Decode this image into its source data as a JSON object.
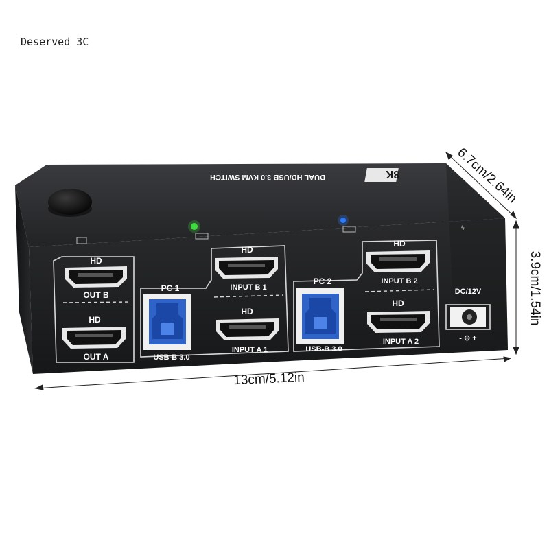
{
  "brand": "Deserved 3C",
  "top_label": "DUAL HD/USB 3.0 KVM SWITCH",
  "badge": "8K",
  "ports": {
    "out_b_hd": "HD",
    "out_b": "OUT B",
    "out_a_hd": "HD",
    "out_a": "OUT A",
    "pc1": "PC 1",
    "usb1": "USB-B 3.0",
    "input_b1_hd": "HD",
    "input_b1": "INPUT B 1",
    "input_a1_hd": "HD",
    "input_a1": "INPUT A 1",
    "pc2": "PC 2",
    "usb2": "USB-B 3.0",
    "input_b2_hd": "HD",
    "input_b2": "INPUT B 2",
    "input_a2_hd": "HD",
    "input_a2": "INPUT A 2",
    "dc": "DC/12V",
    "polarity": "- ⊖ +"
  },
  "dimensions": {
    "width": "13cm/5.12in",
    "depth": "6.7cm/2.64in",
    "height": "3.9cm/1.54in"
  },
  "colors": {
    "body": "#1e1f21",
    "top": "#2b2c2e",
    "usb_blue": "#2f63c8",
    "led_green": "#3fdc3f",
    "led_blue": "#2a7bff"
  }
}
